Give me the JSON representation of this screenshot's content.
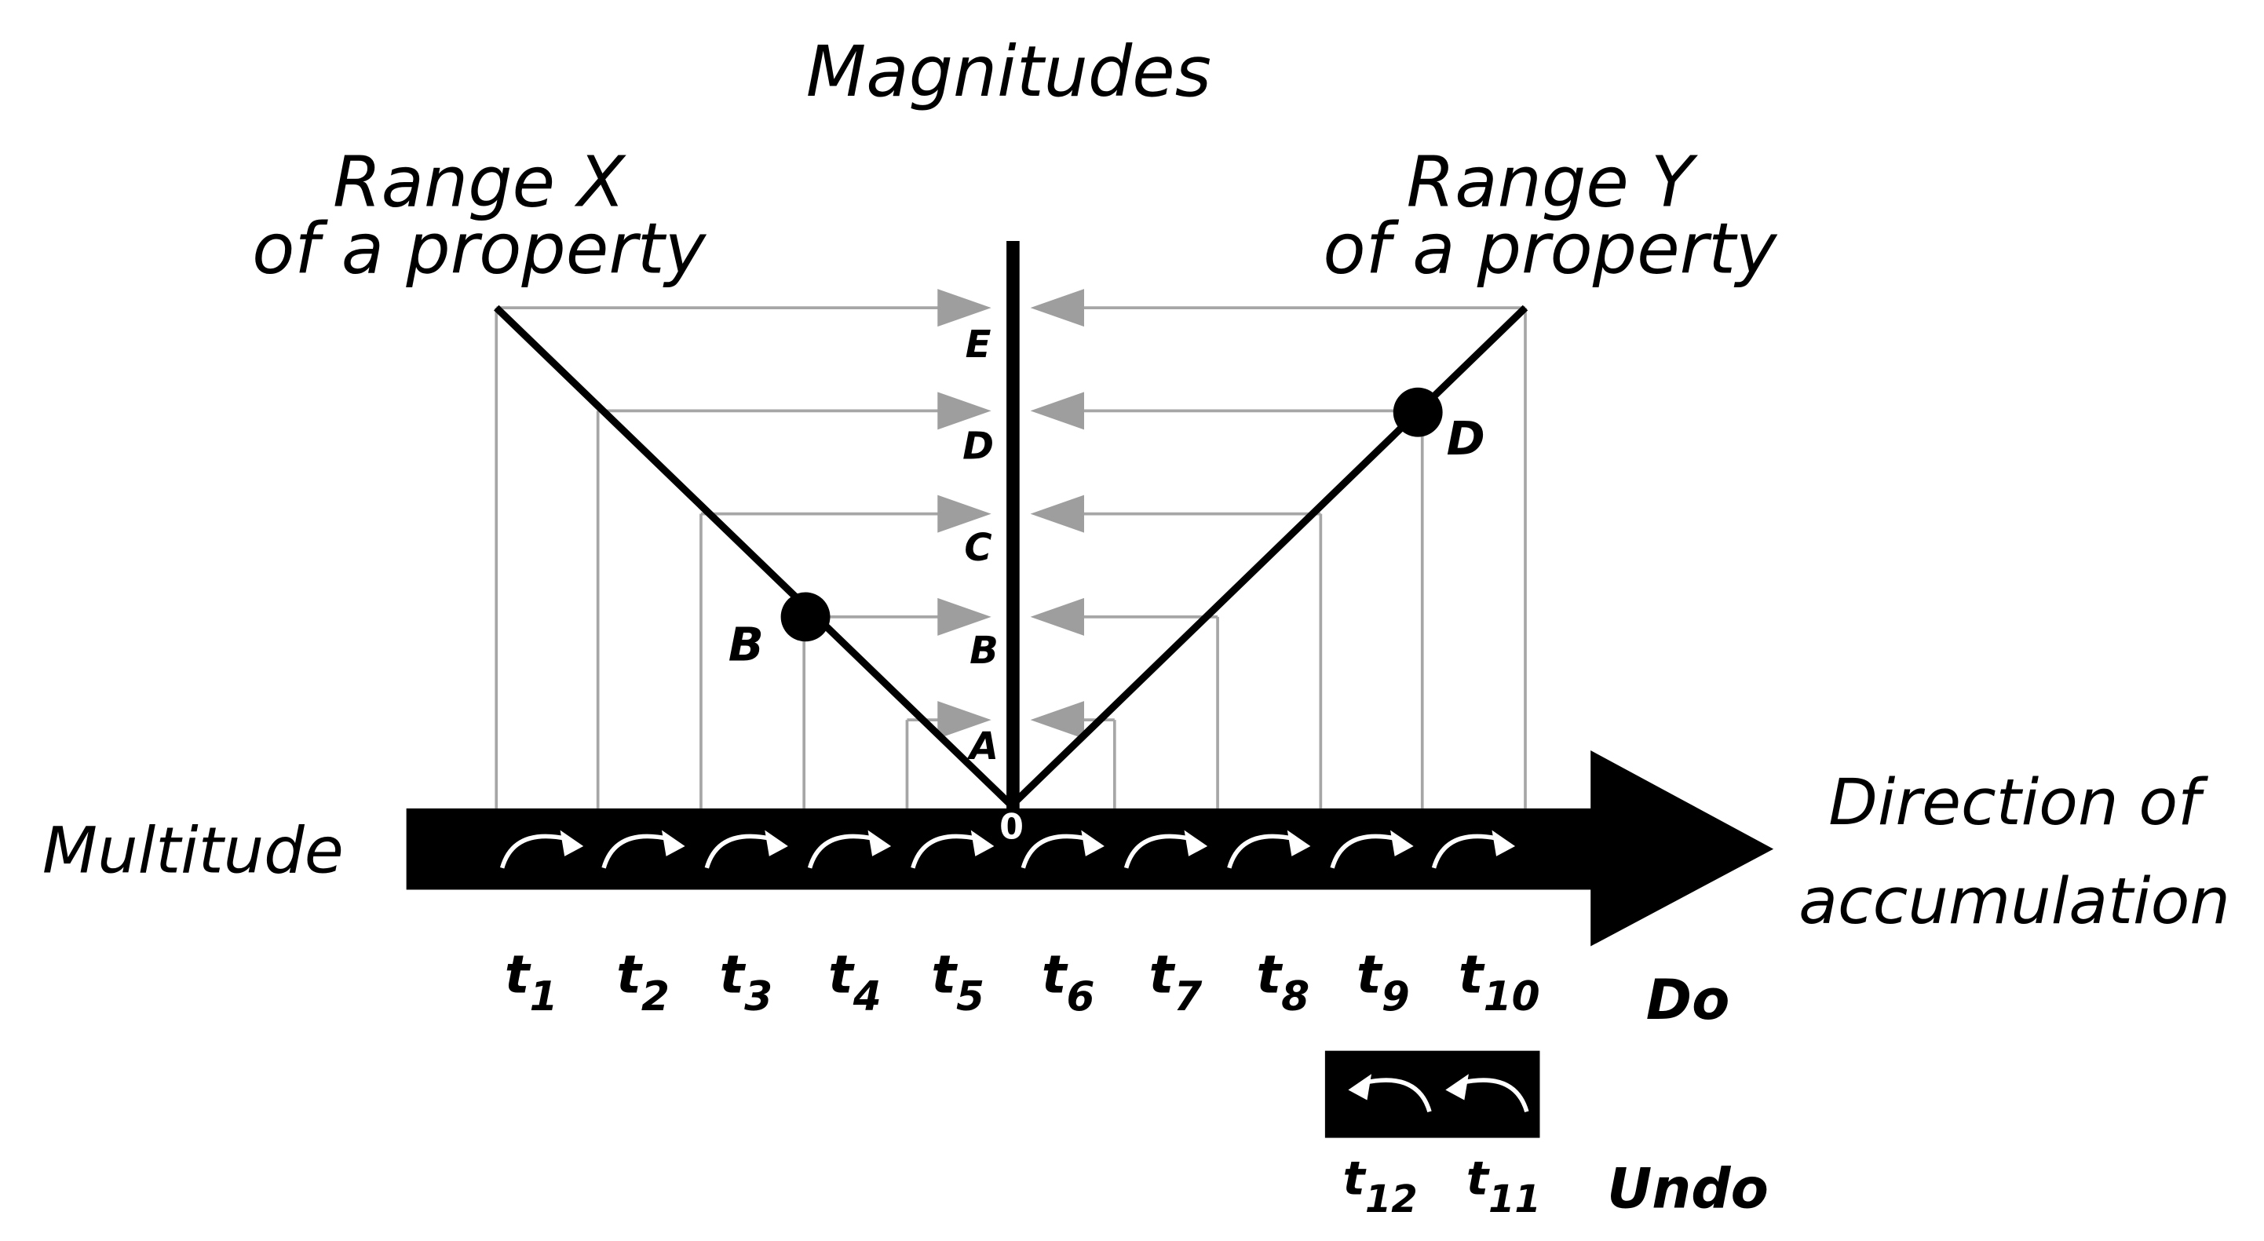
{
  "title": "Magnitudes",
  "range_x": {
    "line1": "Range X",
    "line2": "of a property"
  },
  "range_y": {
    "line1": "Range Y",
    "line2": "of a property"
  },
  "multitude_label": "Multitude",
  "direction": {
    "line1": "Direction of",
    "line2": "accumulation"
  },
  "origin_label": "0",
  "magnitude_letters": [
    "E",
    "D",
    "C",
    "B",
    "A"
  ],
  "point_b_label": "B",
  "point_d_label": "D",
  "do_label": "Do",
  "undo_label": "Undo",
  "do_ticks": [
    {
      "base": "t",
      "sub": "1"
    },
    {
      "base": "t",
      "sub": "2"
    },
    {
      "base": "t",
      "sub": "3"
    },
    {
      "base": "t",
      "sub": "4"
    },
    {
      "base": "t",
      "sub": "5"
    },
    {
      "base": "t",
      "sub": "6"
    },
    {
      "base": "t",
      "sub": "7"
    },
    {
      "base": "t",
      "sub": "8"
    },
    {
      "base": "t",
      "sub": "9"
    },
    {
      "base": "t",
      "sub": "10"
    }
  ],
  "undo_ticks": [
    {
      "base": "t",
      "sub": "12"
    },
    {
      "base": "t",
      "sub": "11"
    }
  ],
  "colors": {
    "ink": "#000000",
    "guide": "#a6a6a6",
    "arrowhead": "#9e9e9e",
    "paper": "#ffffff"
  }
}
